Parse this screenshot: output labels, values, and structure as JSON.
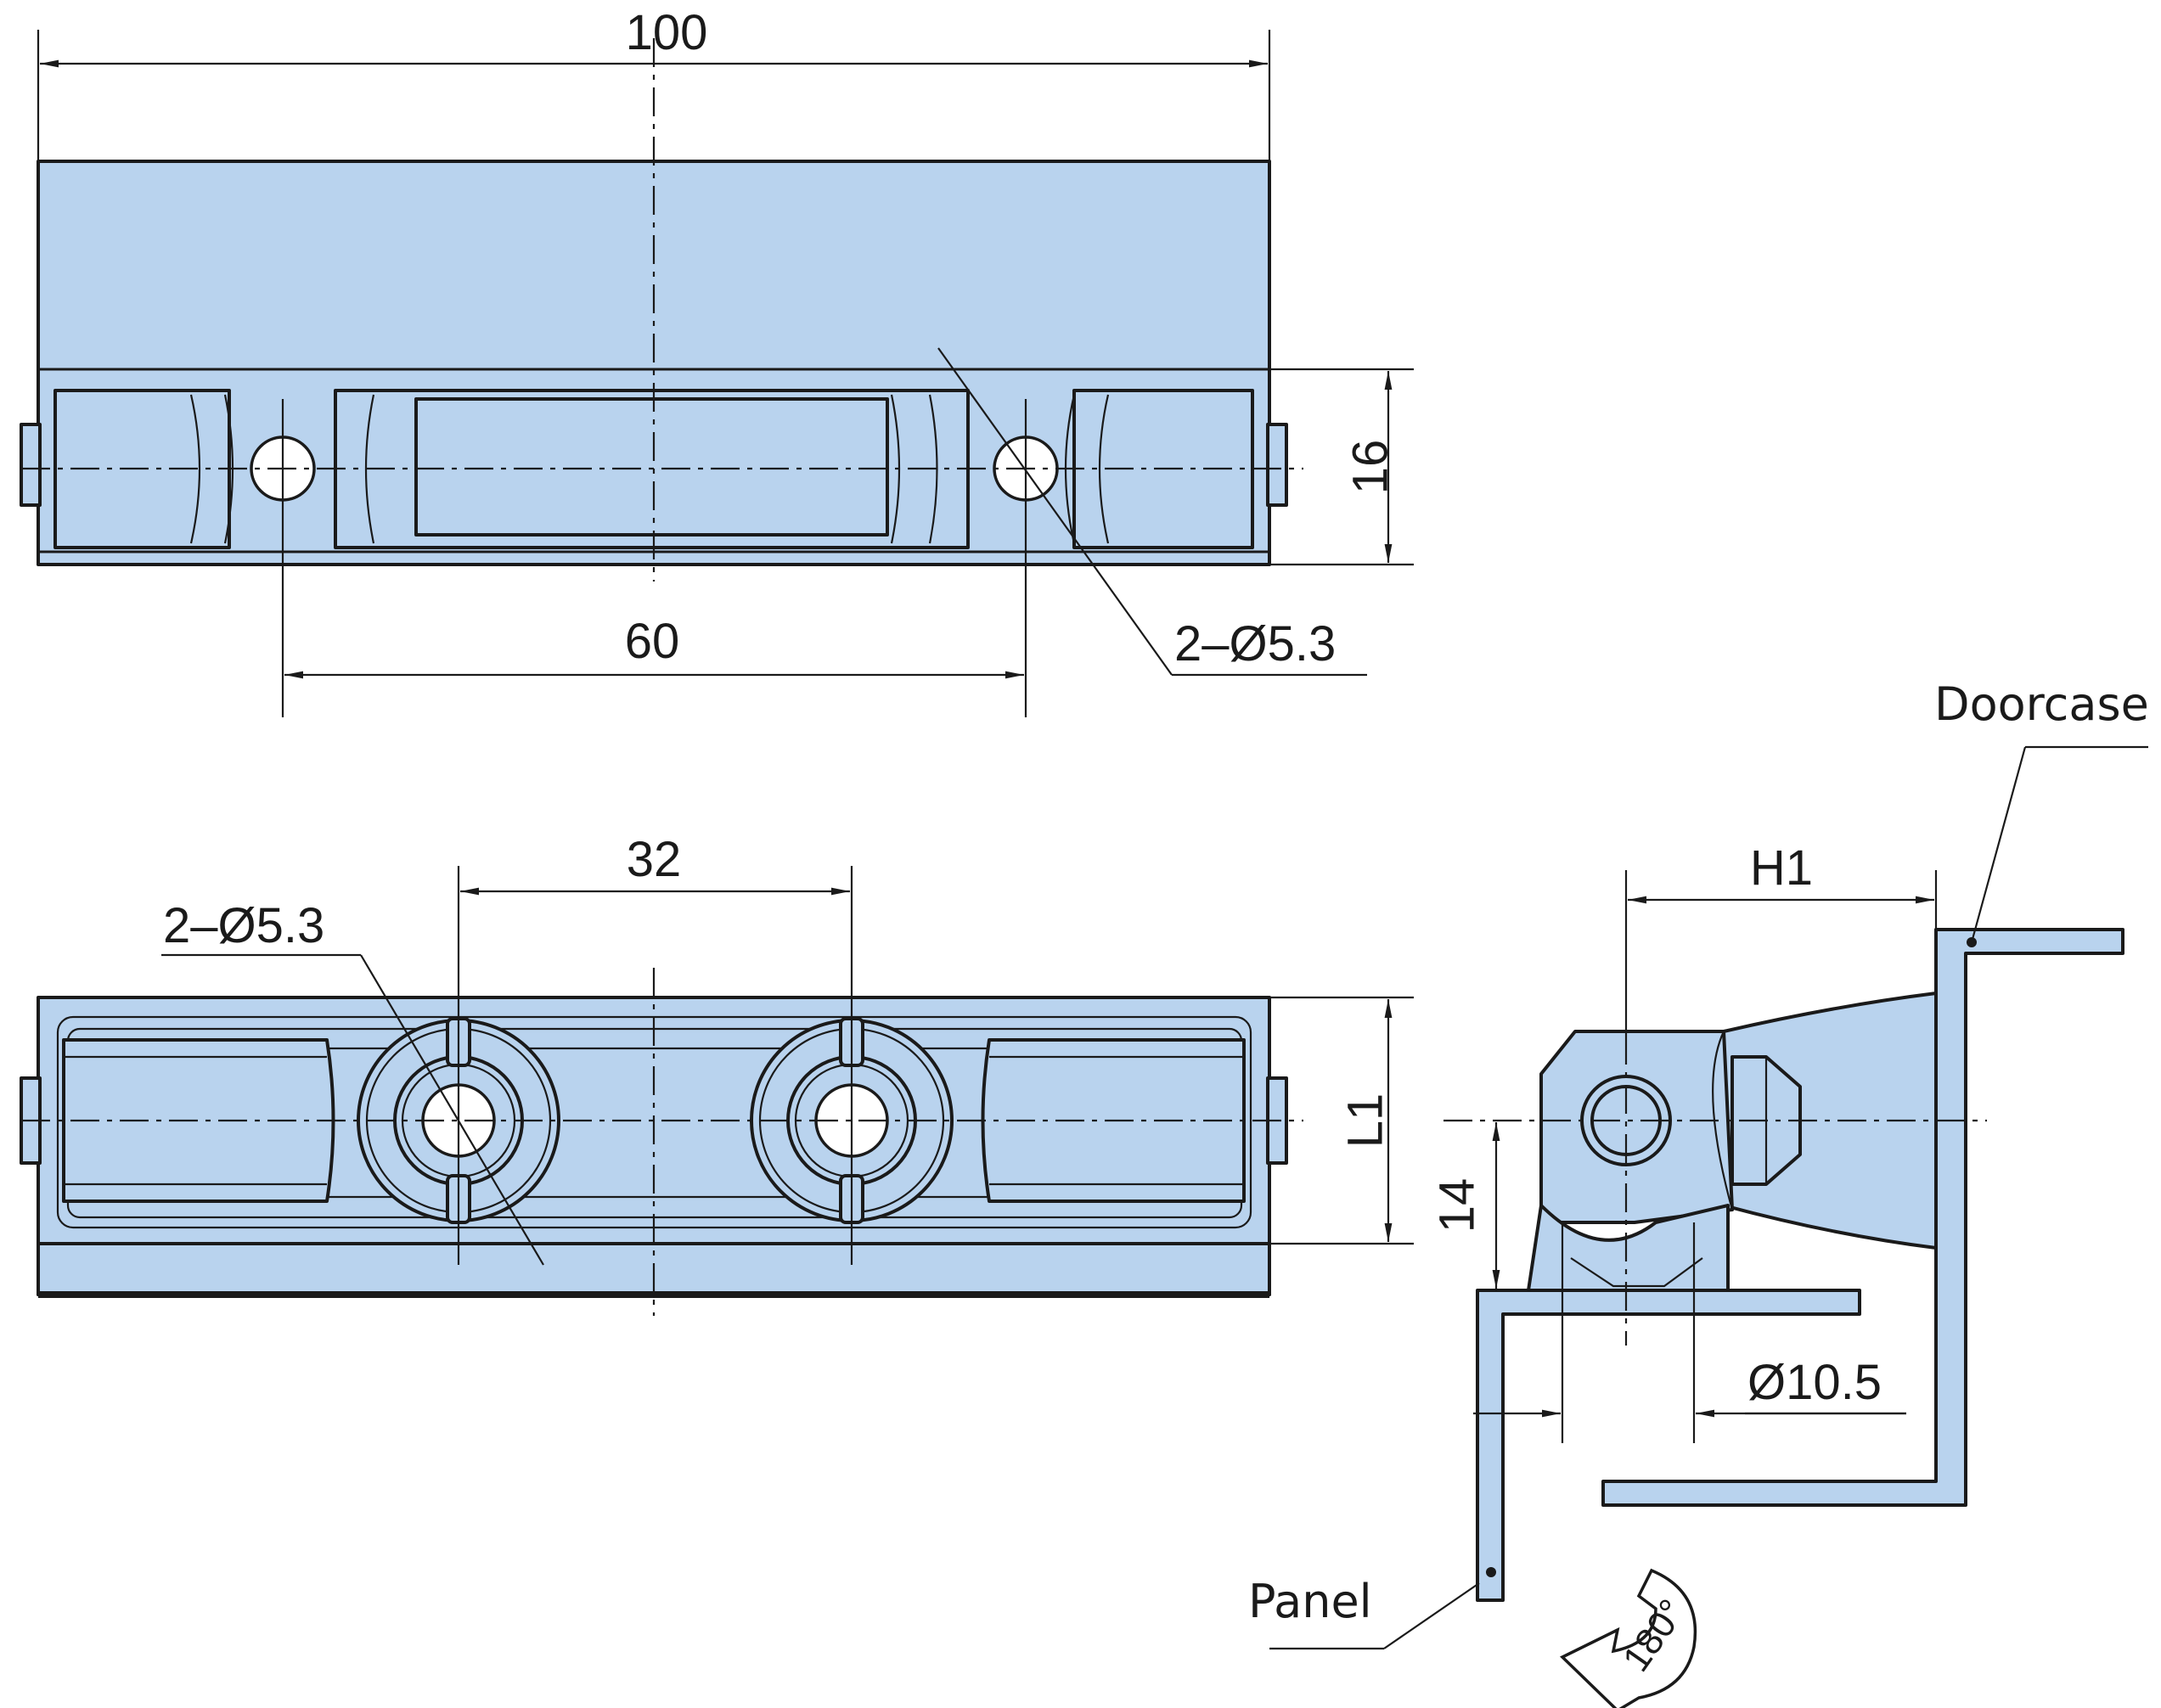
{
  "top_view": {
    "dim_length": "100",
    "dim_height": "16",
    "dim_hole_spacing": "60",
    "hole_callout": "2–Ø5.3"
  },
  "front_view": {
    "dim_hole_spacing": "32",
    "dim_height": "L1",
    "hole_callout": "2–Ø5.3"
  },
  "side_view": {
    "dim_h1": "H1",
    "dim_14": "14",
    "dim_diameter": "Ø10.5",
    "label_doorcase": "Doorcase",
    "label_panel": "Panel",
    "rotation_label": "180°"
  },
  "colors": {
    "part_fill": "#b9d3ee",
    "line": "#1a1a1a"
  }
}
